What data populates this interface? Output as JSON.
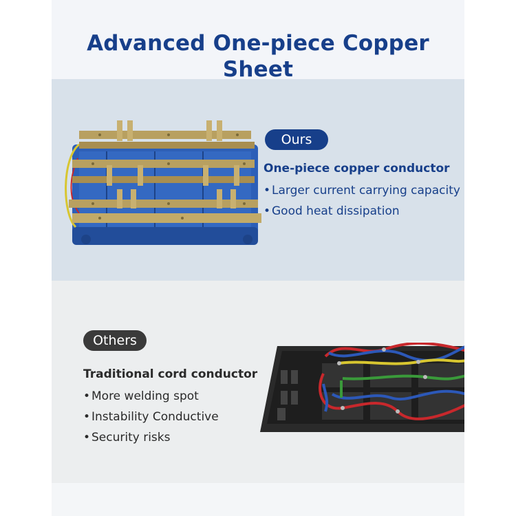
{
  "header": {
    "title": "Advanced One-piece Copper Sheet"
  },
  "ours": {
    "badge": "Ours",
    "subtitle": "One-piece copper conductor",
    "bullets": [
      "Larger current carrying capacity",
      "Good heat dissipation"
    ]
  },
  "others": {
    "badge": "Others",
    "subtitle": "Traditional cord conductor",
    "bullets": [
      "More welding spot",
      "Instability Conductive",
      "Security risks"
    ]
  },
  "colors": {
    "brand_blue": "#173f8a",
    "copper": "#b8a060",
    "base_blue": "#2c5fb8",
    "strip_body": "#2a2a2a",
    "wire_red": "#c8282c",
    "wire_blue": "#2c58b8",
    "wire_yellow": "#d8c630",
    "wire_green": "#3a9a3a"
  },
  "icons": [
    "copper-sheet-illustration",
    "cord-wiring-illustration"
  ]
}
